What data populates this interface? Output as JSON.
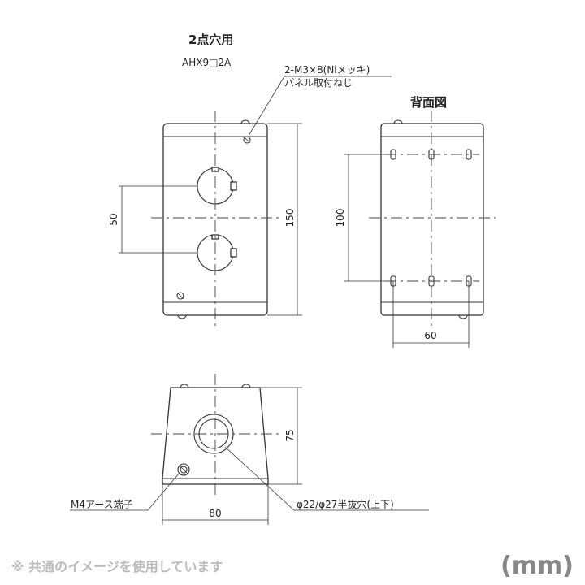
{
  "title": "2点穴用",
  "model": "AHX9□2A",
  "screw_note_line1": "2-M3×8(Niメッキ)",
  "screw_note_line2": "パネル取付ねじ",
  "back_view_label": "背面図",
  "dimensions": {
    "front_height": "150",
    "hole_pitch": "50",
    "back_height": "100",
    "back_width": "60",
    "side_depth": "75",
    "side_width": "80"
  },
  "earth_terminal_label": "M4アース端子",
  "hole_label": "φ22/φ27半抜穴(上下)",
  "footer_note": "※ 共通のイメージを使用しています",
  "unit_label": "(mm)"
}
